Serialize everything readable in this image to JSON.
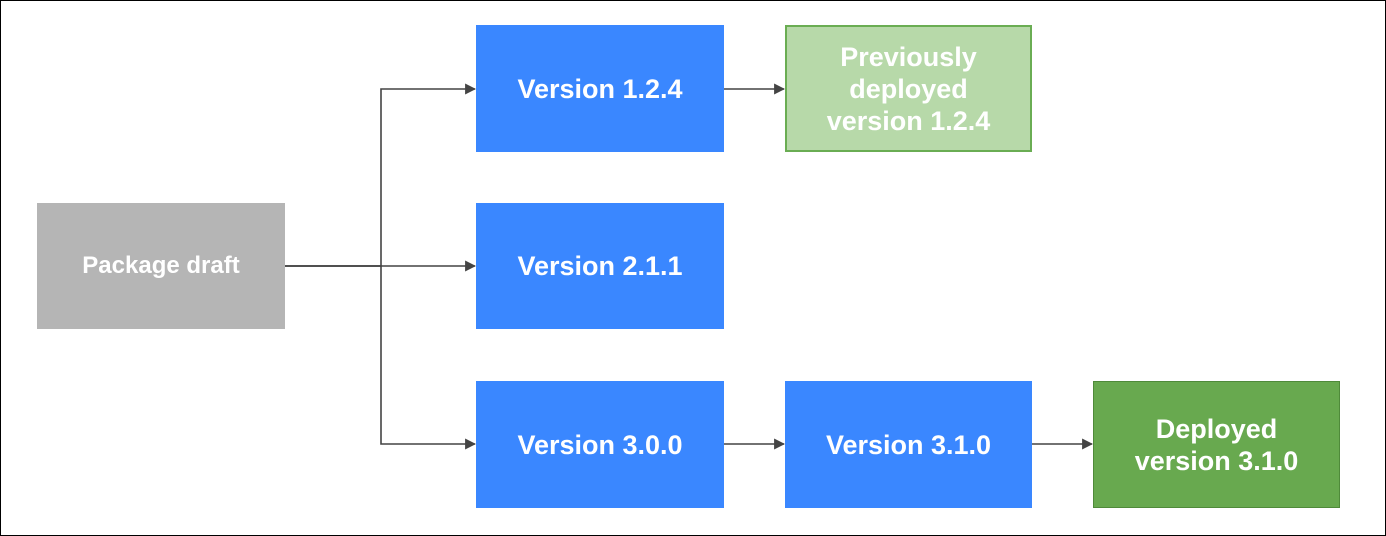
{
  "nodes": {
    "draft": {
      "label": "Package draft",
      "color": "#b5b5b5"
    },
    "v124": {
      "label": "Version 1.2.4",
      "color": "#3a87ff"
    },
    "v211": {
      "label": "Version 2.1.1",
      "color": "#3a87ff"
    },
    "v300": {
      "label": "Version 3.0.0",
      "color": "#3a87ff"
    },
    "v310": {
      "label": "Version 3.1.0",
      "color": "#3a87ff"
    },
    "prev_deployed": {
      "label": "Previously deployed version 1.2.4",
      "color": "#b7d9a9"
    },
    "deployed": {
      "label": "Deployed version 3.1.0",
      "color": "#68a94f"
    }
  },
  "edges": [
    {
      "from": "draft",
      "to": "v124"
    },
    {
      "from": "draft",
      "to": "v211"
    },
    {
      "from": "draft",
      "to": "v300"
    },
    {
      "from": "v124",
      "to": "prev_deployed"
    },
    {
      "from": "v300",
      "to": "v310"
    },
    {
      "from": "v310",
      "to": "deployed"
    }
  ]
}
